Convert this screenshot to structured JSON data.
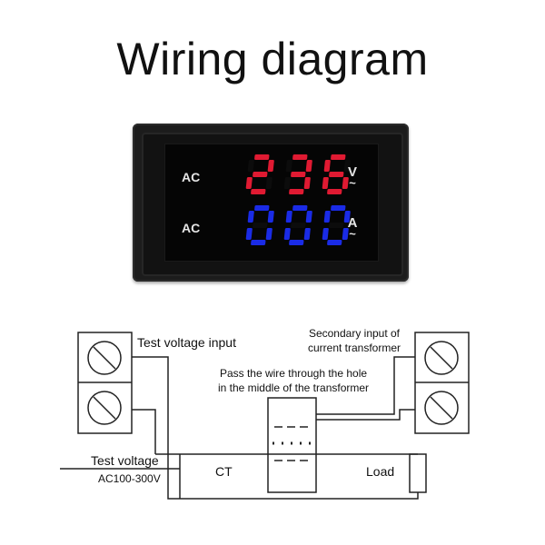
{
  "title": "Wiring diagram",
  "meter": {
    "top_row": {
      "label": "AC",
      "reading": "236",
      "unit": "V",
      "color": "#e01a32"
    },
    "bottom_row": {
      "label": "AC",
      "reading": "000",
      "unit": "A",
      "color": "#1a2be6"
    },
    "tilde": "~"
  },
  "diagram": {
    "test_voltage_input": "Test voltage input",
    "secondary_input_line1": "Secondary input of",
    "secondary_input_line2": "current transformer",
    "pass_wire_line1": "Pass the wire through the hole",
    "pass_wire_line2": "in the middle of the transformer",
    "test_voltage": "Test voltage",
    "voltage_range": "AC100-300V",
    "ct": "CT",
    "load": "Load"
  }
}
